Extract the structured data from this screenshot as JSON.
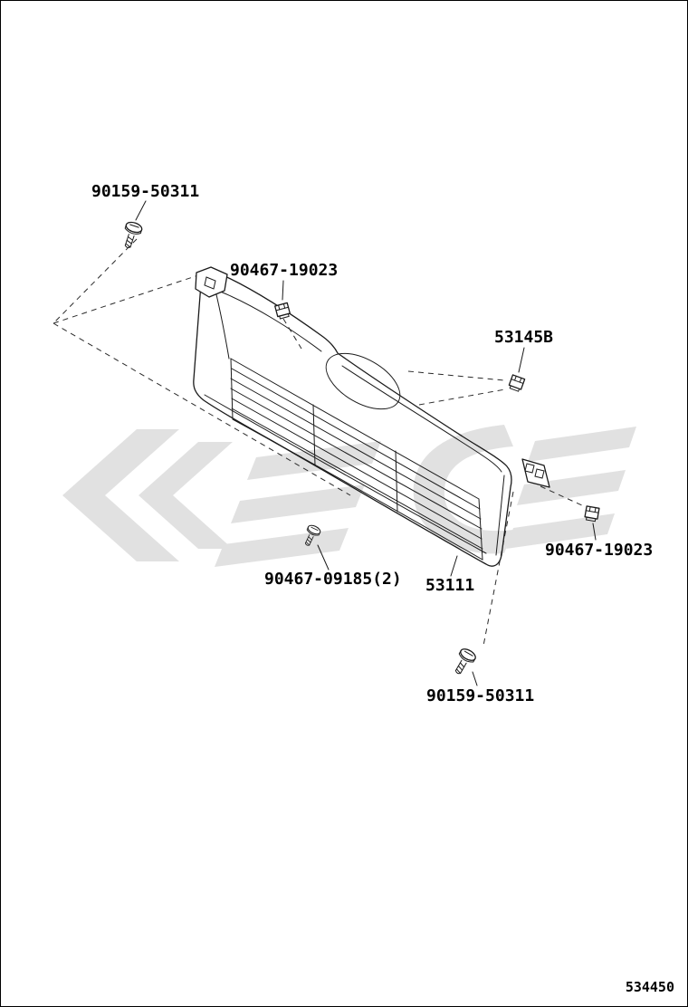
{
  "page": {
    "footer_code": "534450",
    "background_color": "#ffffff",
    "line_color": "#1a1a1a",
    "watermark_color": "#c9c9c9"
  },
  "labels": [
    {
      "id": "part-90159-50311-top",
      "text": "90159-50311"
    },
    {
      "id": "part-90467-19023-top",
      "text": "90467-19023"
    },
    {
      "id": "part-53145B",
      "text": "53145B"
    },
    {
      "id": "part-90467-19023-right",
      "text": "90467-19023"
    },
    {
      "id": "part-90467-09185",
      "text": "90467-09185(2)"
    },
    {
      "id": "part-53111",
      "text": "53111"
    },
    {
      "id": "part-90159-50311-bottom",
      "text": "90159-50311"
    }
  ],
  "parts": [
    {
      "icon": "screw-icon",
      "part_no": "90159-50311",
      "position": "top-left"
    },
    {
      "icon": "clip-icon",
      "part_no": "90467-19023",
      "position": "upper-center"
    },
    {
      "icon": "clip-icon",
      "part_no": "53145B",
      "position": "upper-right"
    },
    {
      "icon": "clip-icon",
      "part_no": "90467-19023",
      "position": "right"
    },
    {
      "icon": "screw-icon",
      "part_no": "90467-09185(2)",
      "position": "lower-center"
    },
    {
      "icon": "grille-body",
      "part_no": "53111",
      "position": "center"
    },
    {
      "icon": "screw-icon",
      "part_no": "90159-50311",
      "position": "bottom"
    }
  ]
}
